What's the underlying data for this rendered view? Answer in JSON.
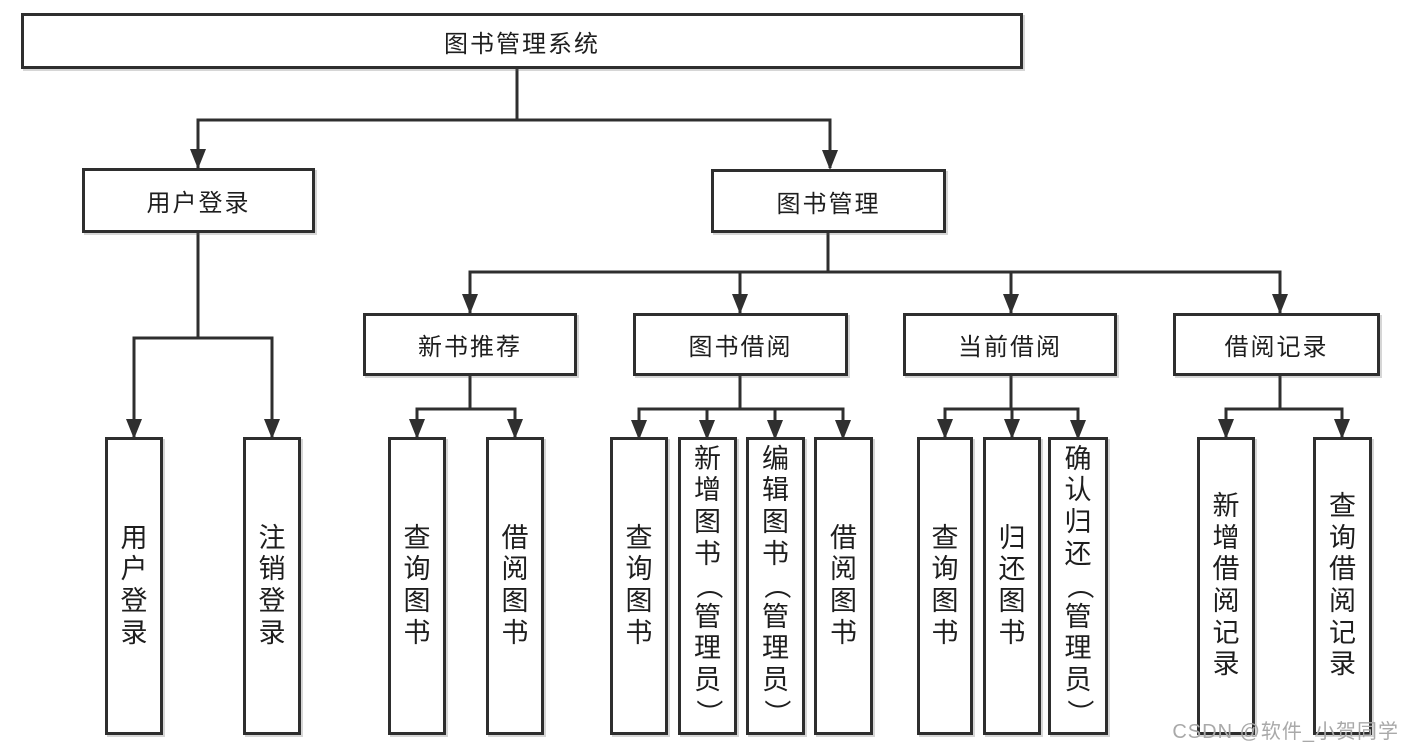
{
  "diagram": {
    "title": "图书管理系统",
    "watermark": "CSDN @软件_小贺同学"
  },
  "nodes": {
    "root": "图书管理系统",
    "user_login": "用户登录",
    "book_mgmt": "图书管理",
    "leaf_user_login": "用户登录",
    "leaf_logout": "注销登录",
    "new_book": "新书推荐",
    "book_borrow": "图书借阅",
    "current_borrow": "当前借阅",
    "borrow_record": "借阅记录",
    "nb_query": "查询图书",
    "nb_borrow": "借阅图书",
    "bb_query": "查询图书",
    "bb_add": "新增图书（管理员）",
    "bb_edit": "编辑图书（管理员）",
    "bb_borrow": "借阅图书",
    "cb_query": "查询图书",
    "cb_return": "归还图书",
    "cb_confirm": "确认归还（管理员）",
    "br_add": "新增借阅记录",
    "br_query": "查询借阅记录"
  }
}
